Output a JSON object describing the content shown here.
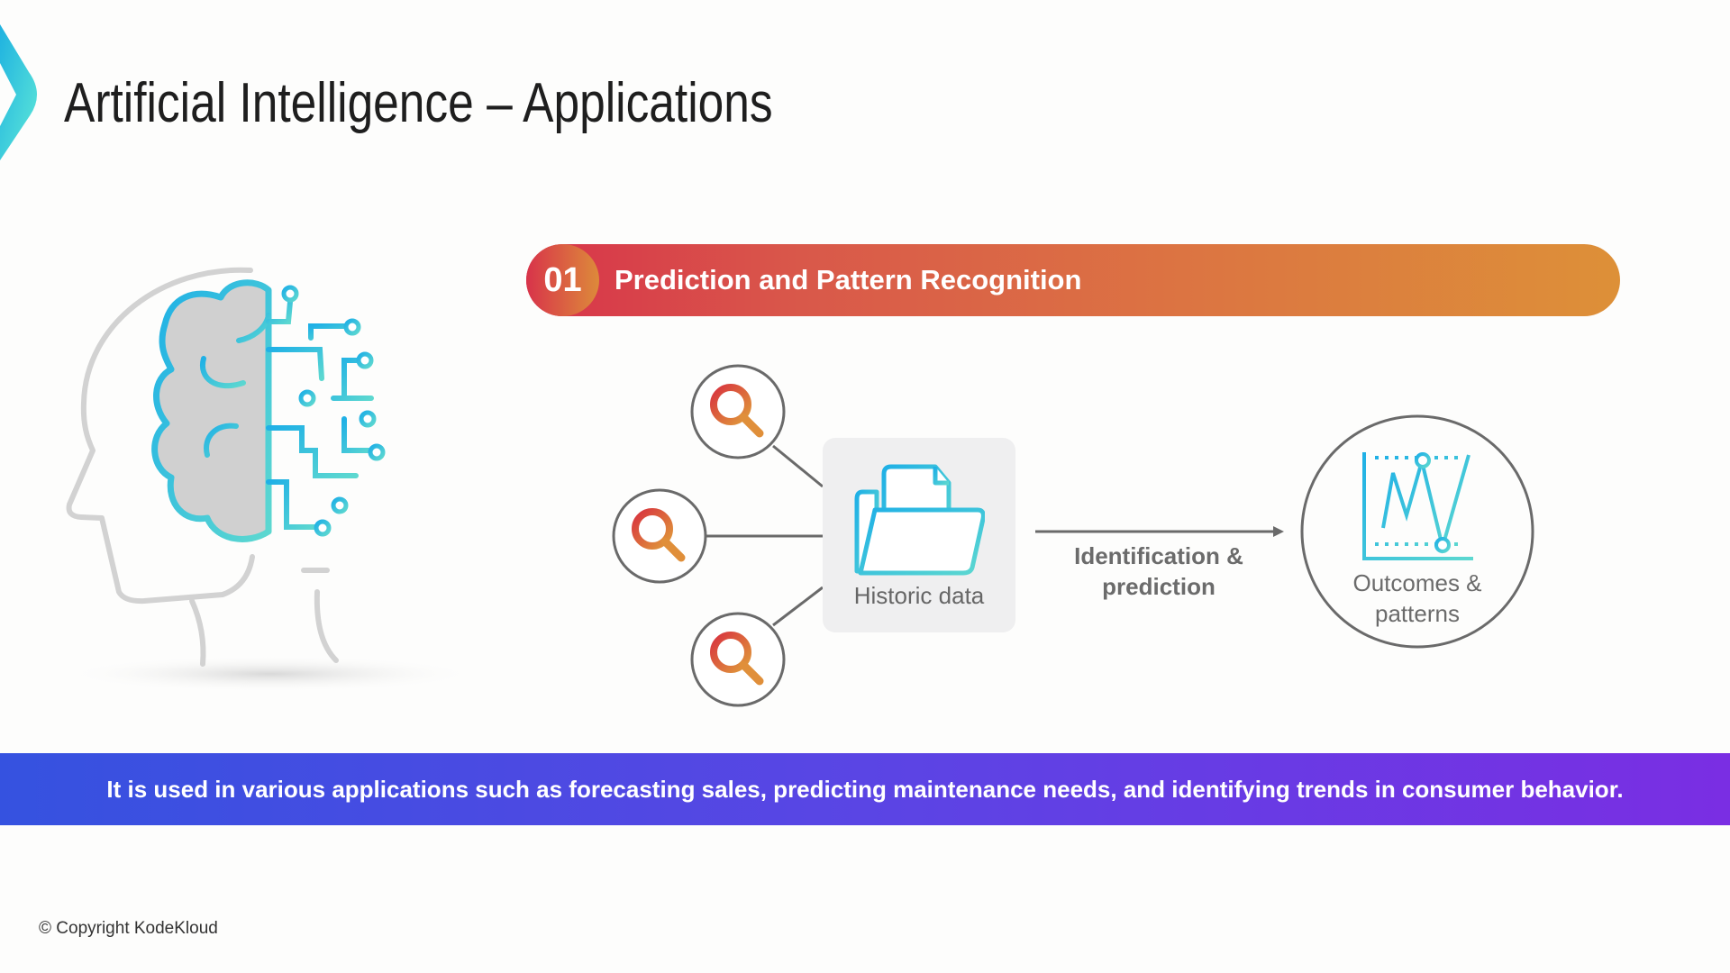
{
  "header": {
    "title": "Artificial Intelligence – Applications"
  },
  "section": {
    "number": "01",
    "title": "Prediction and Pattern Recognition"
  },
  "diagram": {
    "input_icons": [
      "search-icon",
      "search-icon",
      "search-icon"
    ],
    "source_label": "Historic data",
    "process_label": "Identification & prediction",
    "output_label": "Outcomes & patterns"
  },
  "description": "It is used in various applications such as forecasting sales, predicting maintenance needs, and identifying trends in consumer behavior.",
  "footer": {
    "copyright": "© Copyright KodeKloud"
  },
  "colors": {
    "accent_teal": "#34c6dc",
    "banner_start": "#d8334a",
    "banner_end": "#dd9038",
    "band_start": "#3552e0",
    "band_end": "#7a2ee3"
  }
}
